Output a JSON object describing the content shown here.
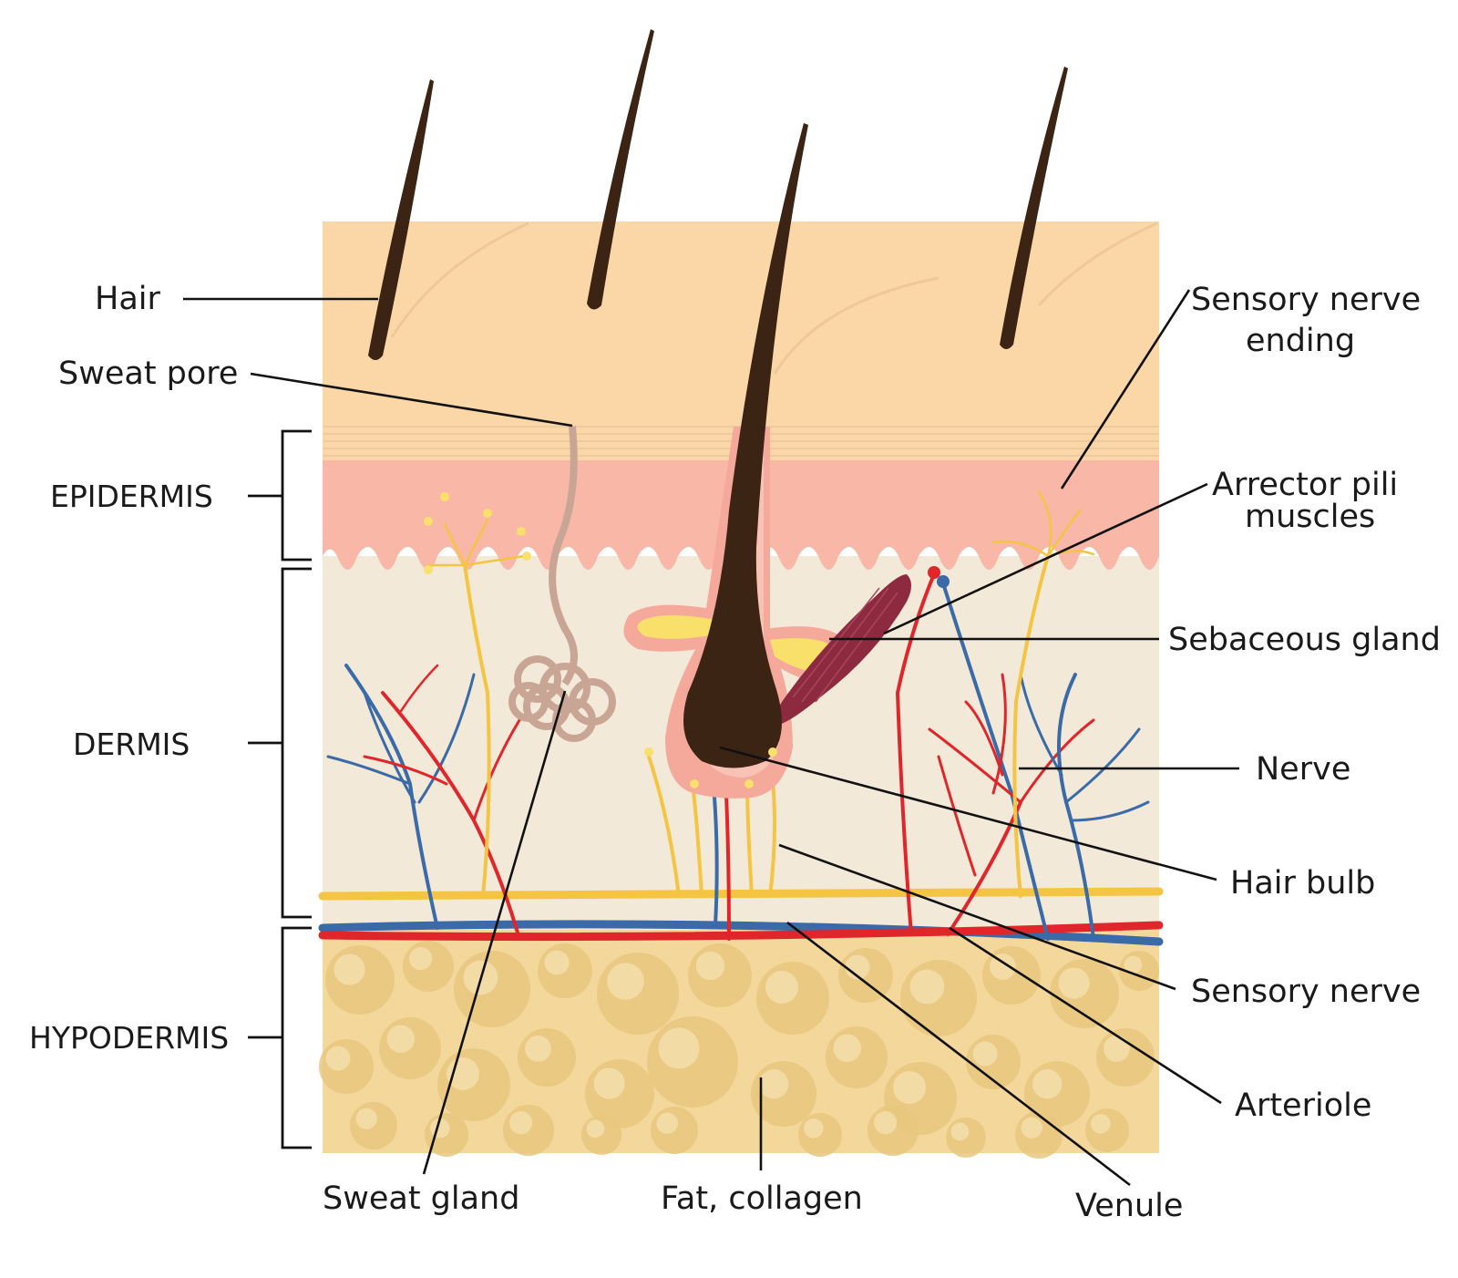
{
  "labels": {
    "hair": "Hair",
    "sweat_pore": "Sweat pore",
    "sensory_nerve_ending_line1": "Sensory nerve",
    "sensory_nerve_ending_line2": "ending",
    "arrector_pili_line1": "Arrector pili",
    "arrector_pili_line2": "muscles",
    "sebaceous_gland": "Sebaceous gland",
    "nerve": "Nerve",
    "hair_bulb": "Hair bulb",
    "sensory_nerve": "Sensory nerve",
    "arteriole": "Arteriole",
    "venule": "Venule",
    "sweat_gland": "Sweat gland",
    "fat_collagen": "Fat, collagen"
  },
  "layers": {
    "epidermis": "EPIDERMIS",
    "dermis": "DERMIS",
    "hypodermis": "HYPODERMIS"
  },
  "colors": {
    "surface": "#fbd7a8",
    "epidermis": "#f8b7a7",
    "dermis": "#f2e9d8",
    "hypodermis": "#f3d79b",
    "fat_globule": "#e8c77e",
    "hair": "#3b2414",
    "arteriole": "#e0262b",
    "venule": "#3a6aa8",
    "nerve": "#f5c443",
    "muscle": "#8e2a40",
    "sweat_gland": "#c9a596",
    "sebaceous_gland": "#f8e06a"
  }
}
